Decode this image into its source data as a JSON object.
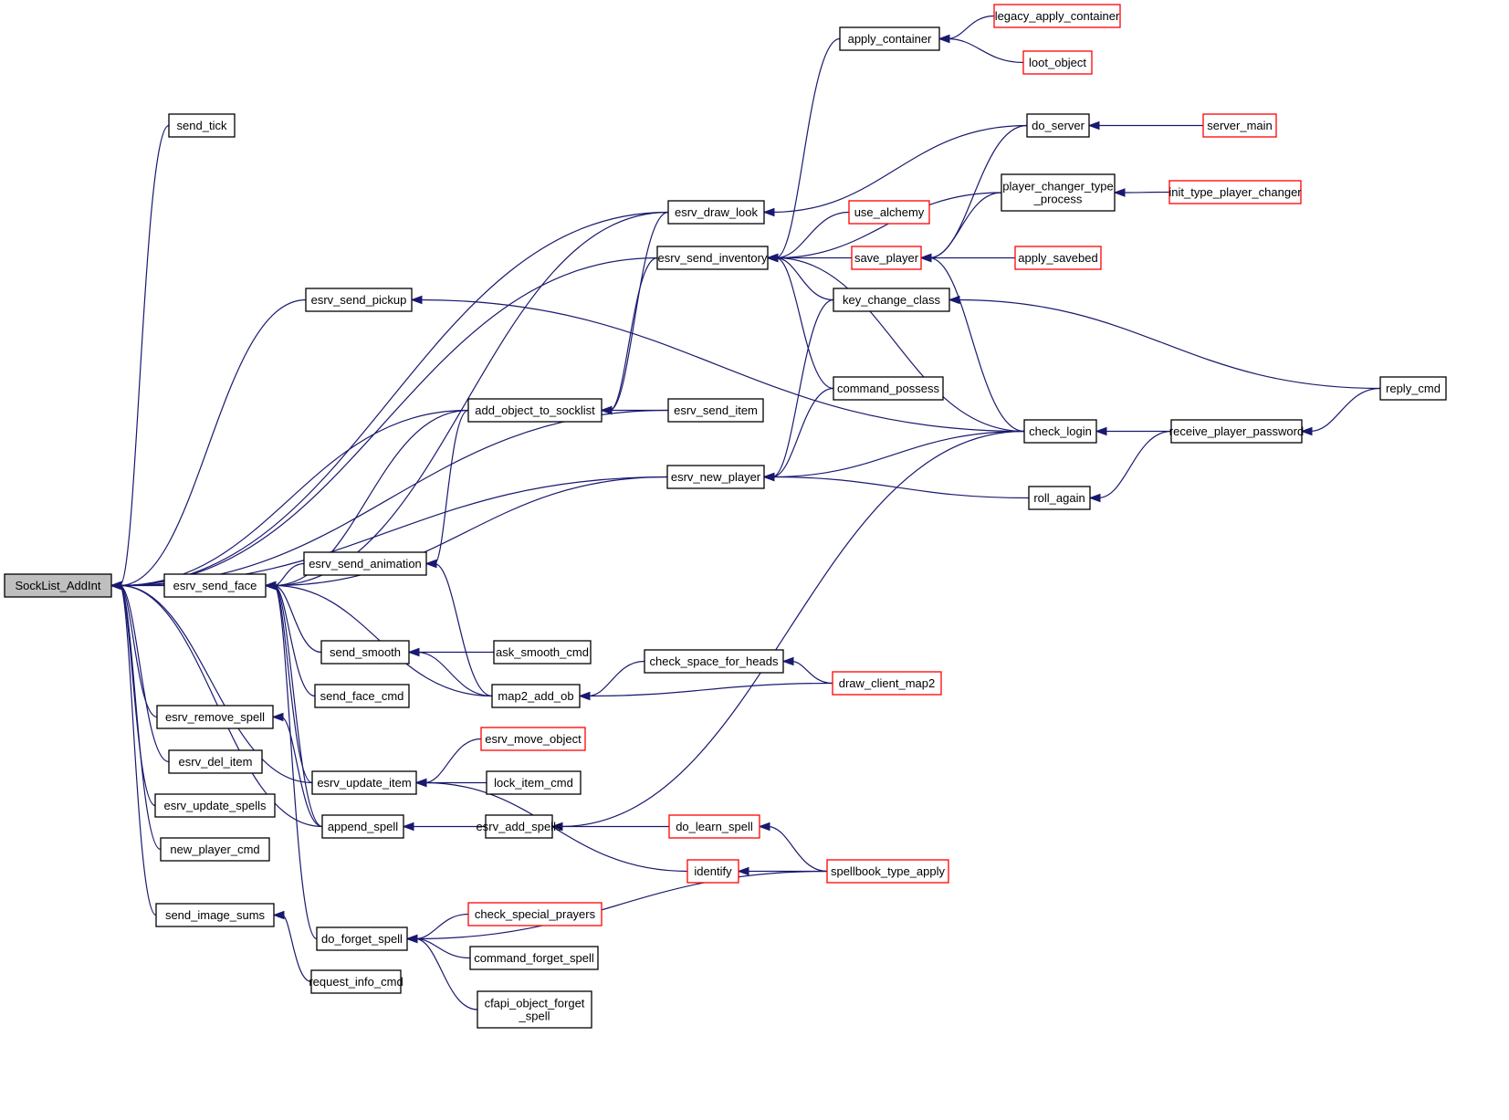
{
  "diagram": {
    "title": "SockList_AddInt caller graph",
    "colors": {
      "edge": "#191970",
      "node_border": "#000000",
      "truncated_border": "#ff0000",
      "focus_fill": "#bfbfbf"
    },
    "nodes": [
      {
        "id": "SockList_AddInt",
        "label": [
          "SockList_AddInt"
        ],
        "focus": true
      },
      {
        "id": "send_tick",
        "label": [
          "send_tick"
        ]
      },
      {
        "id": "esrv_send_pickup",
        "label": [
          "esrv_send_pickup"
        ]
      },
      {
        "id": "esrv_send_face",
        "label": [
          "esrv_send_face"
        ]
      },
      {
        "id": "esrv_remove_spell",
        "label": [
          "esrv_remove_spell"
        ]
      },
      {
        "id": "esrv_del_item",
        "label": [
          "esrv_del_item"
        ]
      },
      {
        "id": "esrv_update_spells",
        "label": [
          "esrv_update_spells"
        ]
      },
      {
        "id": "new_player_cmd",
        "label": [
          "new_player_cmd"
        ]
      },
      {
        "id": "send_image_sums",
        "label": [
          "send_image_sums"
        ]
      },
      {
        "id": "add_object_to_socklist",
        "label": [
          "add_object_to_socklist"
        ]
      },
      {
        "id": "esrv_send_animation",
        "label": [
          "esrv_send_animation"
        ]
      },
      {
        "id": "send_smooth",
        "label": [
          "send_smooth"
        ]
      },
      {
        "id": "send_face_cmd",
        "label": [
          "send_face_cmd"
        ]
      },
      {
        "id": "esrv_update_item",
        "label": [
          "esrv_update_item"
        ]
      },
      {
        "id": "append_spell",
        "label": [
          "append_spell"
        ]
      },
      {
        "id": "do_forget_spell",
        "label": [
          "do_forget_spell"
        ]
      },
      {
        "id": "request_info_cmd",
        "label": [
          "request_info_cmd"
        ]
      },
      {
        "id": "esrv_draw_look",
        "label": [
          "esrv_draw_look"
        ]
      },
      {
        "id": "esrv_send_inventory",
        "label": [
          "esrv_send_inventory"
        ]
      },
      {
        "id": "esrv_send_item",
        "label": [
          "esrv_send_item"
        ]
      },
      {
        "id": "esrv_new_player",
        "label": [
          "esrv_new_player"
        ]
      },
      {
        "id": "ask_smooth_cmd",
        "label": [
          "ask_smooth_cmd"
        ]
      },
      {
        "id": "map2_add_ob",
        "label": [
          "map2_add_ob"
        ]
      },
      {
        "id": "esrv_move_object",
        "label": [
          "esrv_move_object"
        ],
        "truncated": true
      },
      {
        "id": "lock_item_cmd",
        "label": [
          "lock_item_cmd"
        ]
      },
      {
        "id": "esrv_add_spells",
        "label": [
          "esrv_add_spells"
        ]
      },
      {
        "id": "check_special_prayers",
        "label": [
          "check_special_prayers"
        ],
        "truncated": true
      },
      {
        "id": "command_forget_spell",
        "label": [
          "command_forget_spell"
        ]
      },
      {
        "id": "cfapi_object_forget_spell",
        "label": [
          "cfapi_object_forget",
          "_spell"
        ]
      },
      {
        "id": "check_space_for_heads",
        "label": [
          "check_space_for_heads"
        ]
      },
      {
        "id": "do_learn_spell",
        "label": [
          "do_learn_spell"
        ],
        "truncated": true
      },
      {
        "id": "identify",
        "label": [
          "identify"
        ],
        "truncated": true
      },
      {
        "id": "apply_container",
        "label": [
          "apply_container"
        ]
      },
      {
        "id": "use_alchemy",
        "label": [
          "use_alchemy"
        ],
        "truncated": true
      },
      {
        "id": "save_player",
        "label": [
          "save_player"
        ],
        "truncated": true
      },
      {
        "id": "key_change_class",
        "label": [
          "key_change_class"
        ]
      },
      {
        "id": "command_possess",
        "label": [
          "command_possess"
        ]
      },
      {
        "id": "draw_client_map2",
        "label": [
          "draw_client_map2"
        ],
        "truncated": true
      },
      {
        "id": "spellbook_type_apply",
        "label": [
          "spellbook_type_apply"
        ],
        "truncated": true
      },
      {
        "id": "legacy_apply_container",
        "label": [
          "legacy_apply_container"
        ],
        "truncated": true
      },
      {
        "id": "loot_object",
        "label": [
          "loot_object"
        ],
        "truncated": true
      },
      {
        "id": "do_server",
        "label": [
          "do_server"
        ]
      },
      {
        "id": "player_changer_type_process",
        "label": [
          "player_changer_type",
          "_process"
        ]
      },
      {
        "id": "check_login",
        "label": [
          "check_login"
        ]
      },
      {
        "id": "roll_again",
        "label": [
          "roll_again"
        ]
      },
      {
        "id": "server_main",
        "label": [
          "server_main"
        ],
        "truncated": true
      },
      {
        "id": "init_type_player_changer",
        "label": [
          "init_type_player_changer"
        ],
        "truncated": true
      },
      {
        "id": "apply_savebed",
        "label": [
          "apply_savebed"
        ],
        "truncated": true
      },
      {
        "id": "receive_player_password",
        "label": [
          "receive_player_password"
        ]
      },
      {
        "id": "reply_cmd",
        "label": [
          "reply_cmd"
        ]
      }
    ],
    "edges": [
      [
        "send_tick",
        "SockList_AddInt"
      ],
      [
        "esrv_draw_look",
        "SockList_AddInt"
      ],
      [
        "esrv_send_inventory",
        "SockList_AddInt"
      ],
      [
        "esrv_send_pickup",
        "SockList_AddInt"
      ],
      [
        "add_object_to_socklist",
        "SockList_AddInt"
      ],
      [
        "esrv_send_item",
        "SockList_AddInt"
      ],
      [
        "esrv_new_player",
        "SockList_AddInt"
      ],
      [
        "esrv_send_face",
        "SockList_AddInt"
      ],
      [
        "esrv_update_item",
        "SockList_AddInt"
      ],
      [
        "append_spell",
        "SockList_AddInt"
      ],
      [
        "esrv_remove_spell",
        "SockList_AddInt"
      ],
      [
        "esrv_del_item",
        "SockList_AddInt"
      ],
      [
        "esrv_update_spells",
        "SockList_AddInt"
      ],
      [
        "new_player_cmd",
        "SockList_AddInt"
      ],
      [
        "send_image_sums",
        "SockList_AddInt"
      ],
      [
        "esrv_draw_look",
        "esrv_send_face"
      ],
      [
        "add_object_to_socklist",
        "esrv_send_face"
      ],
      [
        "esrv_send_animation",
        "esrv_send_face"
      ],
      [
        "esrv_new_player",
        "esrv_send_face"
      ],
      [
        "send_smooth",
        "esrv_send_face"
      ],
      [
        "send_face_cmd",
        "esrv_send_face"
      ],
      [
        "map2_add_ob",
        "esrv_send_face"
      ],
      [
        "esrv_update_item",
        "esrv_send_face"
      ],
      [
        "append_spell",
        "esrv_send_face"
      ],
      [
        "do_forget_spell",
        "esrv_send_face"
      ],
      [
        "esrv_draw_look",
        "add_object_to_socklist"
      ],
      [
        "esrv_send_inventory",
        "add_object_to_socklist"
      ],
      [
        "esrv_send_item",
        "add_object_to_socklist"
      ],
      [
        "add_object_to_socklist",
        "esrv_send_animation"
      ],
      [
        "map2_add_ob",
        "esrv_send_animation"
      ],
      [
        "ask_smooth_cmd",
        "send_smooth"
      ],
      [
        "map2_add_ob",
        "send_smooth"
      ],
      [
        "esrv_move_object",
        "esrv_update_item"
      ],
      [
        "lock_item_cmd",
        "esrv_update_item"
      ],
      [
        "identify",
        "esrv_update_item"
      ],
      [
        "esrv_add_spells",
        "append_spell"
      ],
      [
        "append_spell",
        "esrv_remove_spell"
      ],
      [
        "request_info_cmd",
        "send_image_sums"
      ],
      [
        "check_special_prayers",
        "do_forget_spell"
      ],
      [
        "command_forget_spell",
        "do_forget_spell"
      ],
      [
        "cfapi_object_forget_spell",
        "do_forget_spell"
      ],
      [
        "spellbook_type_apply",
        "do_forget_spell"
      ],
      [
        "do_server",
        "esrv_draw_look"
      ],
      [
        "check_login",
        "esrv_send_pickup"
      ],
      [
        "apply_container",
        "esrv_send_inventory"
      ],
      [
        "player_changer_type_process",
        "esrv_send_inventory"
      ],
      [
        "use_alchemy",
        "esrv_send_inventory"
      ],
      [
        "save_player",
        "esrv_send_inventory"
      ],
      [
        "key_change_class",
        "esrv_send_inventory"
      ],
      [
        "command_possess",
        "esrv_send_inventory"
      ],
      [
        "check_login",
        "esrv_send_inventory"
      ],
      [
        "key_change_class",
        "esrv_new_player"
      ],
      [
        "command_possess",
        "esrv_new_player"
      ],
      [
        "check_login",
        "esrv_new_player"
      ],
      [
        "roll_again",
        "esrv_new_player"
      ],
      [
        "check_space_for_heads",
        "map2_add_ob"
      ],
      [
        "draw_client_map2",
        "map2_add_ob"
      ],
      [
        "draw_client_map2",
        "check_space_for_heads"
      ],
      [
        "check_login",
        "esrv_add_spells"
      ],
      [
        "do_learn_spell",
        "esrv_add_spells"
      ],
      [
        "spellbook_type_apply",
        "do_learn_spell"
      ],
      [
        "spellbook_type_apply",
        "identify"
      ],
      [
        "legacy_apply_container",
        "apply_container"
      ],
      [
        "loot_object",
        "apply_container"
      ],
      [
        "do_server",
        "save_player"
      ],
      [
        "player_changer_type_process",
        "save_player"
      ],
      [
        "apply_savebed",
        "save_player"
      ],
      [
        "check_login",
        "save_player"
      ],
      [
        "reply_cmd",
        "key_change_class"
      ],
      [
        "server_main",
        "do_server"
      ],
      [
        "init_type_player_changer",
        "player_changer_type_process"
      ],
      [
        "receive_player_password",
        "check_login"
      ],
      [
        "receive_player_password",
        "roll_again"
      ],
      [
        "reply_cmd",
        "receive_player_password"
      ]
    ]
  }
}
